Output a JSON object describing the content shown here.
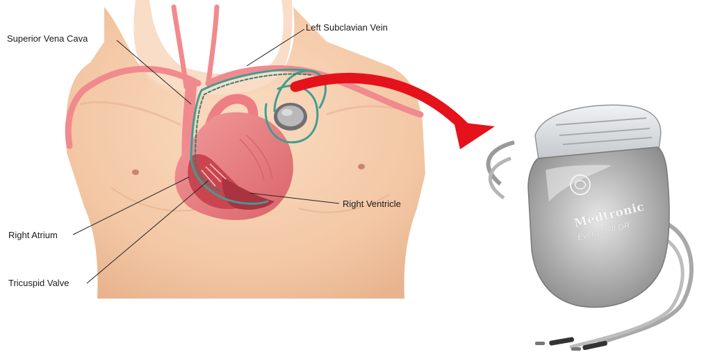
{
  "labels": {
    "superior_vena_cava": "Superior Vena Cava",
    "left_subclavian_vein": "Left Subclavian Vein",
    "right_ventricle": "Right Ventricle",
    "right_atrium": "Right Atrium",
    "tricuspid_valve": "Tricuspid Valve"
  },
  "device": {
    "brand": "Medtronic",
    "model": "Evera MRI DR"
  },
  "colors": {
    "skin": "#f6d0b2",
    "skin_shadow": "#e9b896",
    "vessel": "#f08a8f",
    "heart": "#ee8585",
    "heart_dark": "#c9484f",
    "lead": "#3f9e92",
    "arrow": "#e5121b",
    "device_metal": "#cfcfcf"
  },
  "icons": {
    "arrow": "curved-arrow-icon"
  }
}
